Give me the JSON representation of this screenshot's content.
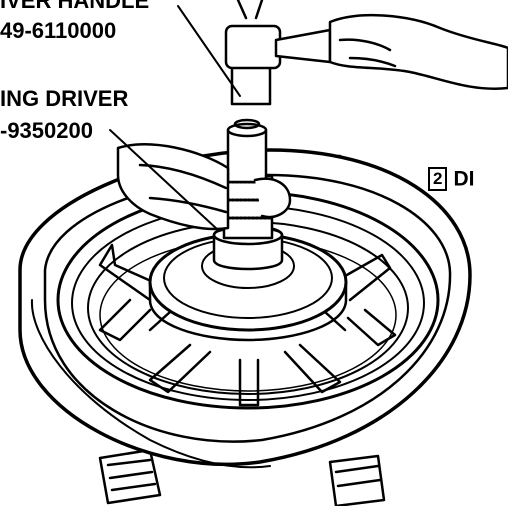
{
  "labels": {
    "handle_name": "IVER HANDLE",
    "handle_part": "49-6110000",
    "driver_name": "ING DRIVER",
    "driver_part": "-9350200"
  },
  "step": {
    "number": "2",
    "text": "DI"
  }
}
